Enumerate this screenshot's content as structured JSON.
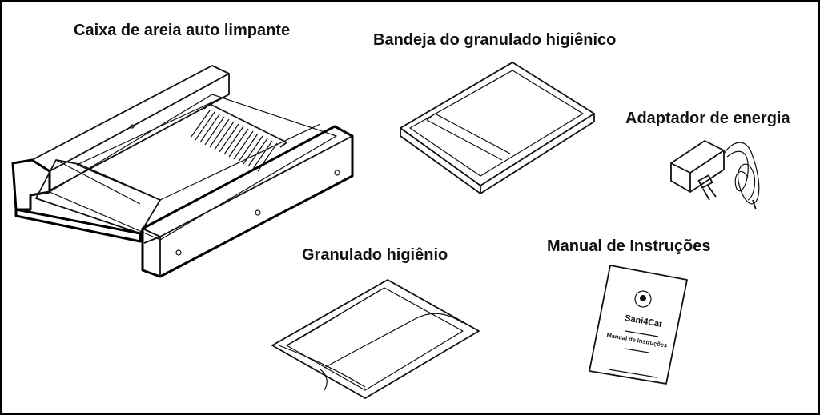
{
  "labels": {
    "litter_box": "Caixa de areia auto limpante",
    "tray": "Bandeja do granulado higiênico",
    "adapter": "Adaptador de energia",
    "granules": "Granulado higiênio",
    "manual": "Manual de Instruções"
  },
  "manual_cover": {
    "brand": "Sani4Cat",
    "subtitle": "Manual de Instruções"
  }
}
